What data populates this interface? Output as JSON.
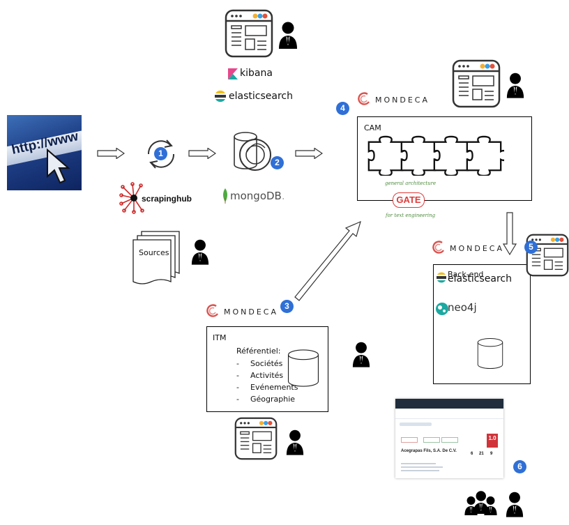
{
  "labels": {
    "url_text": "http://www",
    "scrapinghub": "scrapinghub",
    "mongodb": "mongoDB",
    "mongodb_suffix": ".",
    "sources": "Sources",
    "kibana": "kibana",
    "elasticsearch_top": "elasticsearch",
    "mondeca": "MONDECA",
    "cam": "CAM",
    "gate": "GATE",
    "gate_top": "general architecture",
    "gate_bottom": "for text engineering",
    "itm": "ITM",
    "referentiel": "Référentiel:",
    "itm_items": [
      "Sociétés",
      "Activités",
      "Evénements",
      "Géographie"
    ],
    "backend": "Back-end",
    "elasticsearch_backend": "elasticsearch",
    "neo4j": "neo4j"
  },
  "steps": [
    "1",
    "2",
    "3",
    "4",
    "5",
    "6"
  ],
  "app_screenshot": {
    "company": "Acegrapas Fils, S.A. De C.V.",
    "score": "1.0",
    "stats": [
      "6",
      "21",
      "9"
    ]
  },
  "colors": {
    "badge": "#2f6fd6",
    "mondeca_logo": "#d9534f",
    "scrapinghub": "#cc2a2a",
    "mongodb_green": "#4faa41",
    "gate_red": "#e03a3a",
    "kibana": "#e8478b",
    "elastic_yellow": "#f0bf1a",
    "elastic_teal": "#1ba9a1",
    "app_header": "#1f2d3d",
    "app_score": "#d0343a"
  }
}
